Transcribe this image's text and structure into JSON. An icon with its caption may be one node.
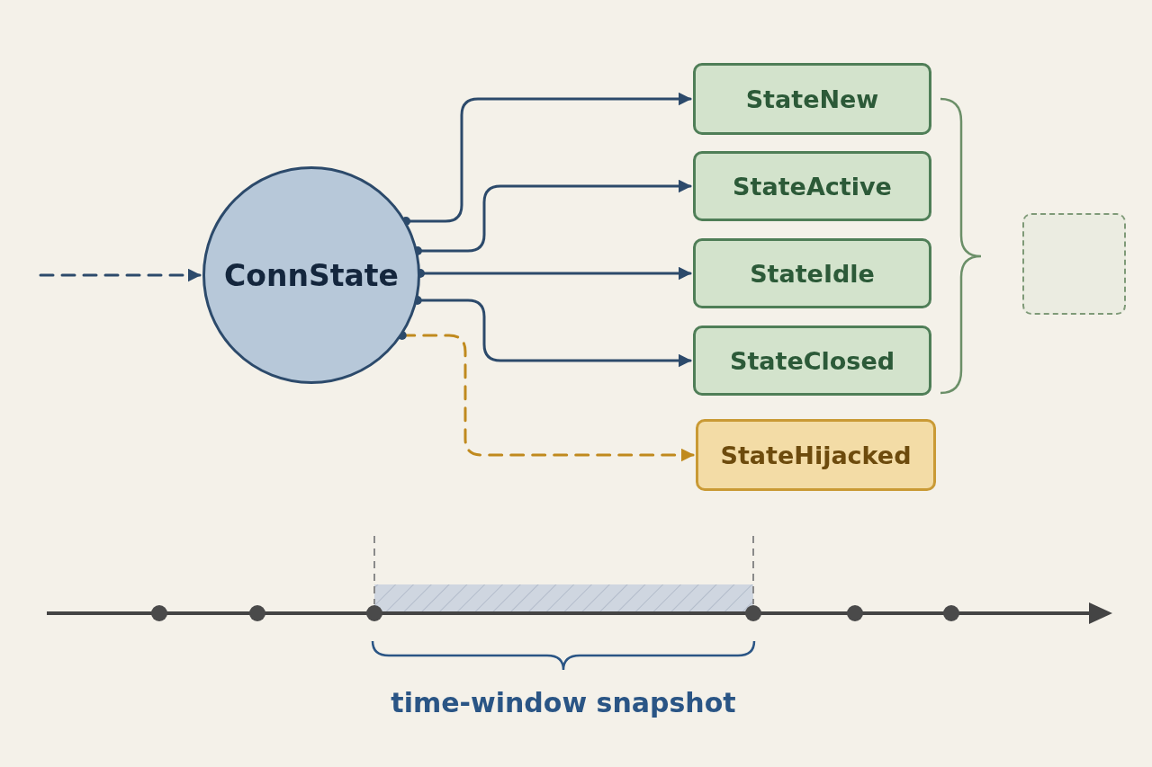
{
  "diagram": {
    "nodes": [
      {
        "text": [
          "ConnState"
        ]
      },
      {
        "text": [
          "StateNew"
        ]
      },
      {
        "text": [
          "StateActive"
        ]
      },
      {
        "text": [
          "StateIdle"
        ]
      },
      {
        "text": [
          "StateClosed"
        ]
      },
      {
        "text": [
          "StateHijacked"
        ]
      },
      {
        "text": [],
        "shape": "box"
      }
    ],
    "edges": [
      {
        "from": null,
        "to": 0,
        "arrow": "to",
        "style": "dashed"
      },
      {
        "from": 0,
        "to": 1,
        "arrow": "to"
      },
      {
        "from": 0,
        "to": 2,
        "arrow": "to"
      },
      {
        "from": 0,
        "to": 3,
        "arrow": "to"
      },
      {
        "from": 0,
        "to": 4,
        "arrow": "to"
      },
      {
        "from": 0,
        "to": 5,
        "arrow": "to",
        "style": "dashed",
        "color": "#c08a1e"
      }
    ],
    "labels": [
      "time-window snapshot"
    ]
  }
}
